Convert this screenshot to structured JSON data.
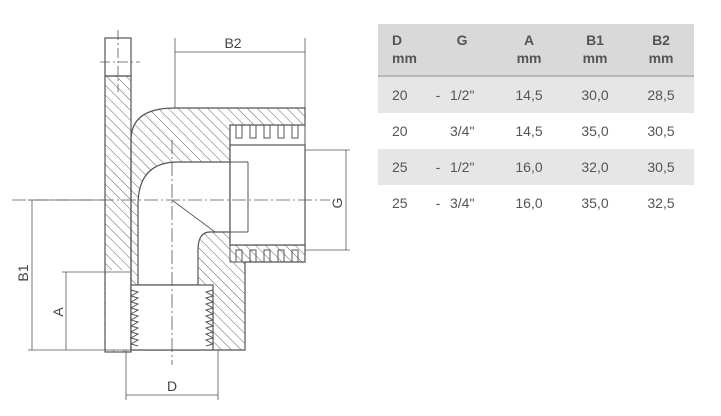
{
  "drawing": {
    "labels": {
      "b2": "B2",
      "b1": "B1",
      "a": "A",
      "g": "G",
      "d": "D"
    },
    "colors": {
      "line": "#555555",
      "hatch": "#666666"
    }
  },
  "table": {
    "headers": [
      {
        "name": "D",
        "unit": "mm"
      },
      {
        "name": "G",
        "unit": ""
      },
      {
        "name": "A",
        "unit": "mm"
      },
      {
        "name": "B1",
        "unit": "mm"
      },
      {
        "name": "B2",
        "unit": "mm"
      }
    ],
    "rows": [
      {
        "d": "20",
        "sep": "-",
        "g": "1/2\"",
        "a": "14,5",
        "b1": "30,0",
        "b2": "28,5",
        "shaded": true
      },
      {
        "d": "20",
        "sep": "",
        "g": "3/4\"",
        "a": "14,5",
        "b1": "35,0",
        "b2": "30,5",
        "shaded": false
      },
      {
        "d": "25",
        "sep": "-",
        "g": "1/2\"",
        "a": "16,0",
        "b1": "32,0",
        "b2": "30,5",
        "shaded": true
      },
      {
        "d": "25",
        "sep": "-",
        "g": "3/4\"",
        "a": "16,0",
        "b1": "35,0",
        "b2": "32,5",
        "shaded": false
      }
    ],
    "colors": {
      "header_bg": "#d9d9d9",
      "stripe_bg": "#e6e6e6",
      "text": "#555555"
    }
  }
}
